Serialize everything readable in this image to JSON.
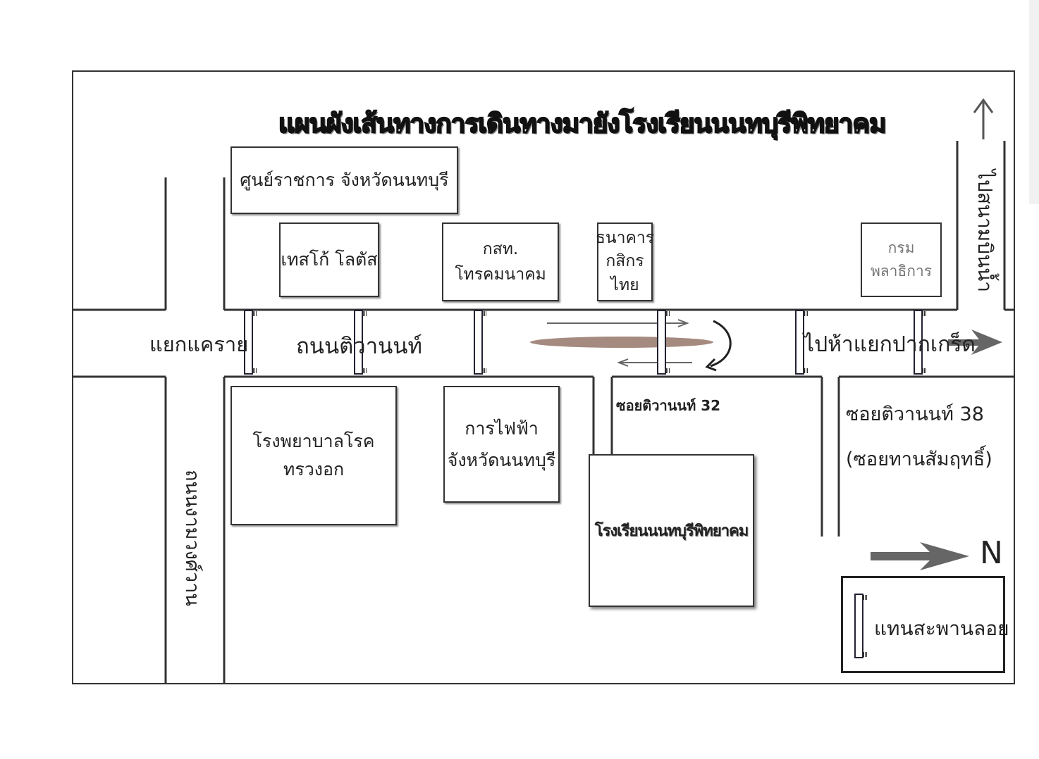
{
  "map": {
    "title": "แผนผังเส้นทางการเดินทางมายังโรงเรียนนนทบุรีพิทยาคม",
    "places": {
      "government_center": "ศูนย์ราชการ จังหวัดนนทบุรี",
      "tesco_lotus": "เทสโก้ โลตัส",
      "cat_telecom": "กสท. โทรคมนาคม",
      "kasikorn_bank_line1": "ธนาคาร",
      "kasikorn_bank_line2": "กสิกรไทย",
      "department": "กรมพลาธิการ",
      "chest_hospital": "โรงพยาบาลโรคทรวงอก",
      "electricity_line1": "การไฟฟ้า",
      "electricity_line2": "จังหวัดนนทบุรี",
      "school": "โรงเรียนนนทบุรีพิทยาคม"
    },
    "roads": {
      "khae_rai_junction": "แยกแคราย",
      "tiwanon_road": "ถนนติวานนท์",
      "to_pak_kret": "ไปห้าแยกปากเกร็ด",
      "to_min_buri": "ไปสนามบินน้ำ",
      "ngam_wong_wan": "ถนนงามวงศ์วาน",
      "soi_32": "ซอยติวานนท์ 32",
      "soi_38_line1": "ซอยติวานนท์ 38",
      "soi_38_line2": "(ซอยทานสัมฤทธิ์)"
    },
    "north_label": "N",
    "legend_text": "แทนสะพานลอย"
  }
}
